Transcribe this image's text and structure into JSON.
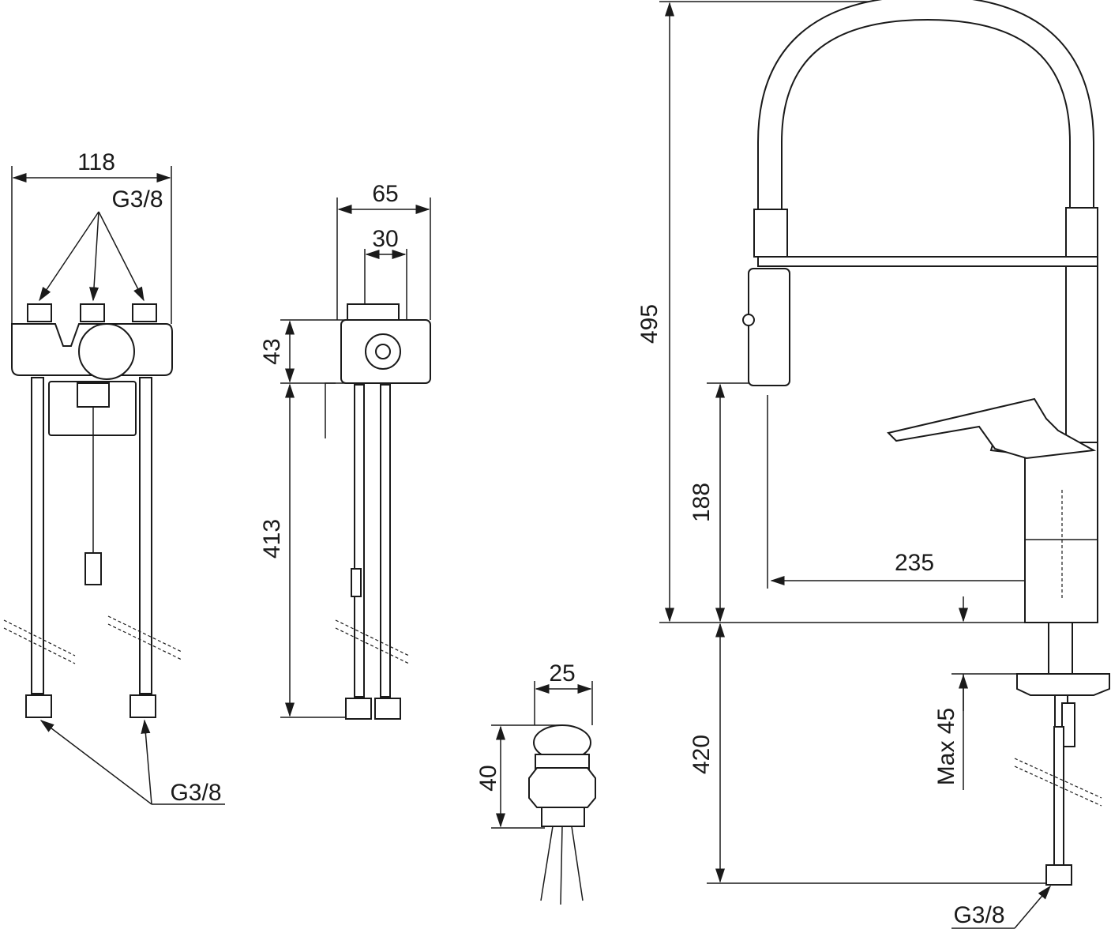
{
  "front_view": {
    "width": "118",
    "thread_top": "G3/8",
    "thread_bottom": "G3/8"
  },
  "side_view": {
    "width": "65",
    "inner_width": "30",
    "body_height": "43",
    "hose_length": "413"
  },
  "button_part": {
    "diameter": "25",
    "height": "40"
  },
  "faucet": {
    "total_height": "495",
    "spout_height": "188",
    "reach": "235",
    "below_deck": "420",
    "max_thickness": "Max 45",
    "thread": "G3/8"
  }
}
